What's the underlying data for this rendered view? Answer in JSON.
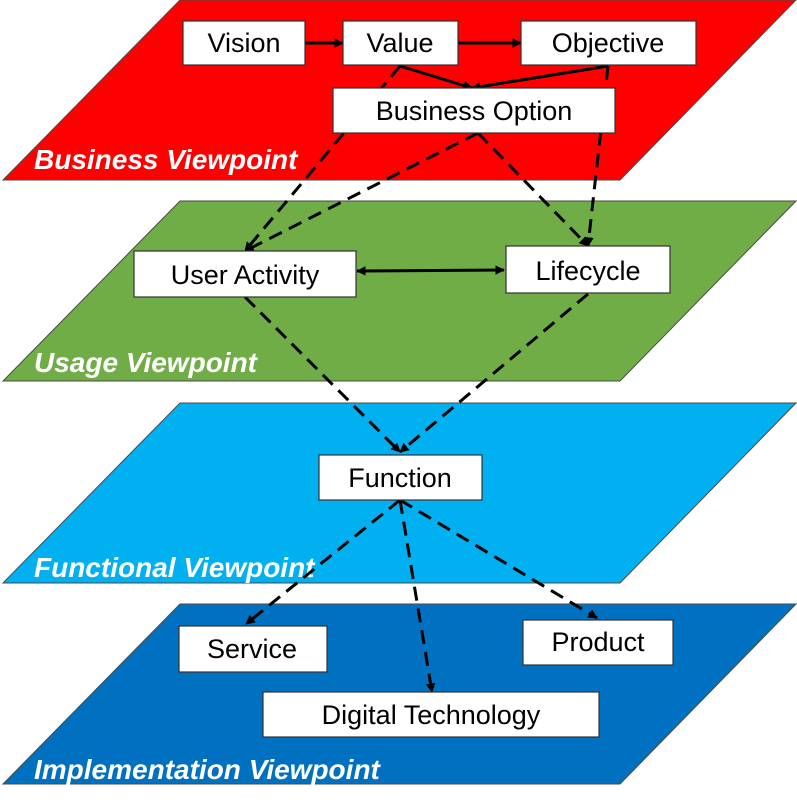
{
  "viewpoints": [
    {
      "id": "business",
      "label": "Business Viewpoint",
      "color": "#FF0000"
    },
    {
      "id": "usage",
      "label": "Usage Viewpoint",
      "color": "#70AD47"
    },
    {
      "id": "functional",
      "label": "Functional Viewpoint",
      "color": "#00B0F0"
    },
    {
      "id": "implementation",
      "label": "Implementation Viewpoint",
      "color": "#0070C0"
    }
  ],
  "nodes": {
    "vision": "Vision",
    "value": "Value",
    "objective": "Objective",
    "business_option": "Business Option",
    "user_activity": "User Activity",
    "lifecycle": "Lifecycle",
    "function": "Function",
    "service": "Service",
    "product": "Product",
    "digital_technology": "Digital Technology"
  }
}
